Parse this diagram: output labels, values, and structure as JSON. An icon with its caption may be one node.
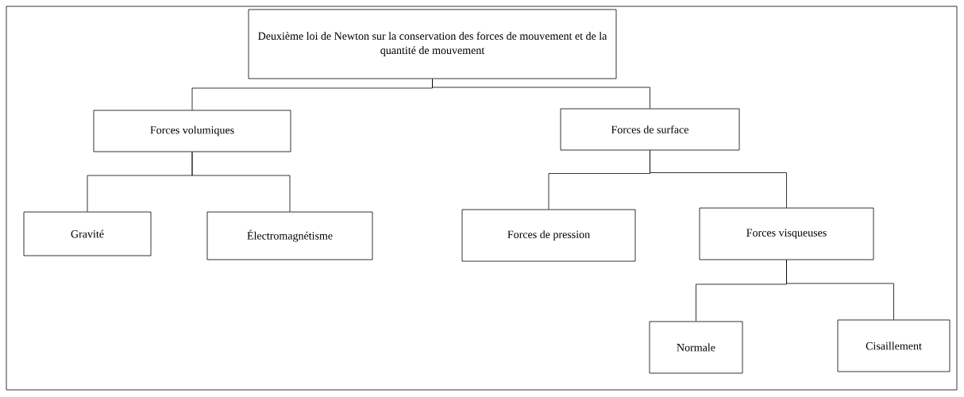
{
  "diagram": {
    "nodes": [
      {
        "text": [
          "Deuxième loi de Newton sur la conservation des forces de mouvement et de la quantité de mouvement"
        ]
      },
      {
        "text": [
          "Forces volumiques"
        ]
      },
      {
        "text": [
          "Forces de surface"
        ]
      },
      {
        "text": [
          "Gravité"
        ]
      },
      {
        "text": [
          "Électromagnétisme"
        ]
      },
      {
        "text": [
          "Forces de pression"
        ]
      },
      {
        "text": [
          "Forces visqueuses"
        ]
      },
      {
        "text": [
          "Normale"
        ]
      },
      {
        "text": [
          "Cisaillement"
        ]
      }
    ],
    "edges": [
      {
        "from": 0,
        "to": 1,
        "arrow": "none"
      },
      {
        "from": 0,
        "to": 2,
        "arrow": "none"
      },
      {
        "from": 1,
        "to": 3,
        "arrow": "none"
      },
      {
        "from": 1,
        "to": 4,
        "arrow": "none"
      },
      {
        "from": 2,
        "to": 5,
        "arrow": "none"
      },
      {
        "from": 2,
        "to": 6,
        "arrow": "none"
      },
      {
        "from": 6,
        "to": 7,
        "arrow": "none"
      },
      {
        "from": 6,
        "to": 8,
        "arrow": "none"
      }
    ]
  }
}
